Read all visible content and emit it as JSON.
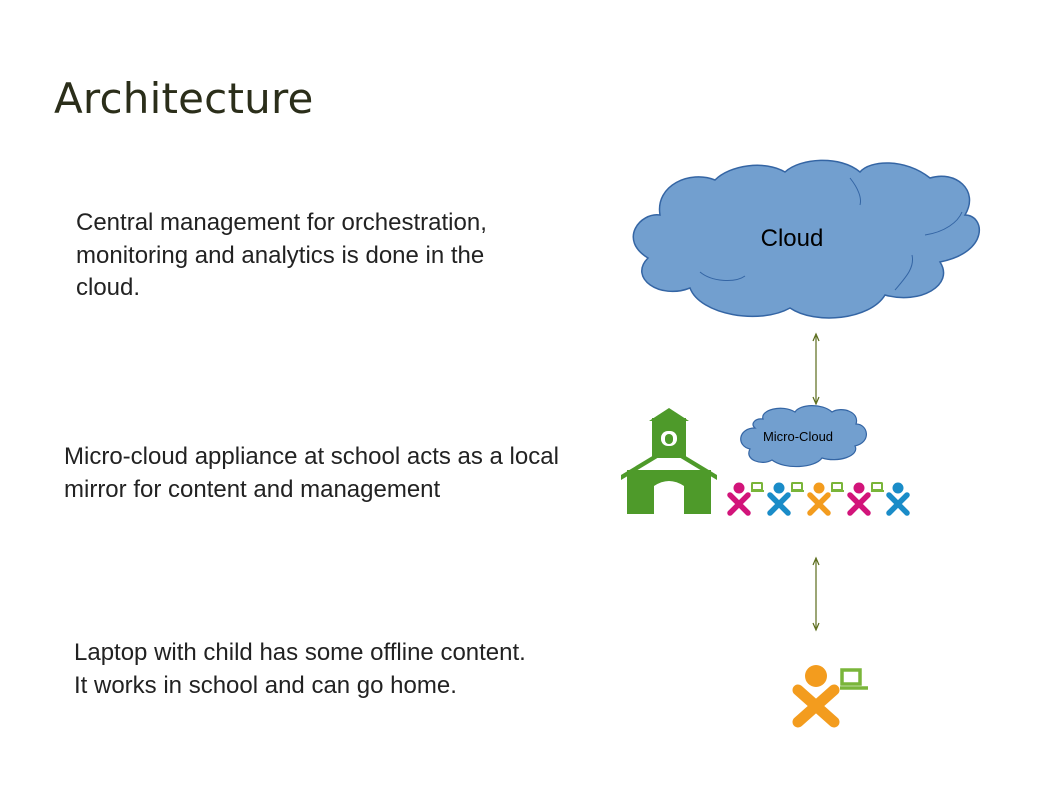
{
  "slide": {
    "title": "Architecture",
    "points": [
      "Central management for orchestration, monitoring and analytics is done in the cloud.",
      "Micro-cloud appliance at school acts as a local mirror for content and management",
      "Laptop with child has some offline content. It works in school and can go home."
    ]
  },
  "diagram": {
    "cloud_label": "Cloud",
    "micro_cloud_label": "Micro-Cloud",
    "icons": [
      "cloud-icon",
      "school-icon",
      "micro-cloud-icon",
      "xo-child-laptop-icon"
    ],
    "colors": {
      "cloud_fill": "#729fcf",
      "cloud_stroke": "#3465a4",
      "school_green": "#4e9a2a",
      "arrow": "#5a6b1a",
      "xo_magenta": "#d2147a",
      "xo_cyan": "#1a8cc8",
      "xo_orange": "#f39c1e",
      "laptop_green": "#7ab53a"
    }
  }
}
